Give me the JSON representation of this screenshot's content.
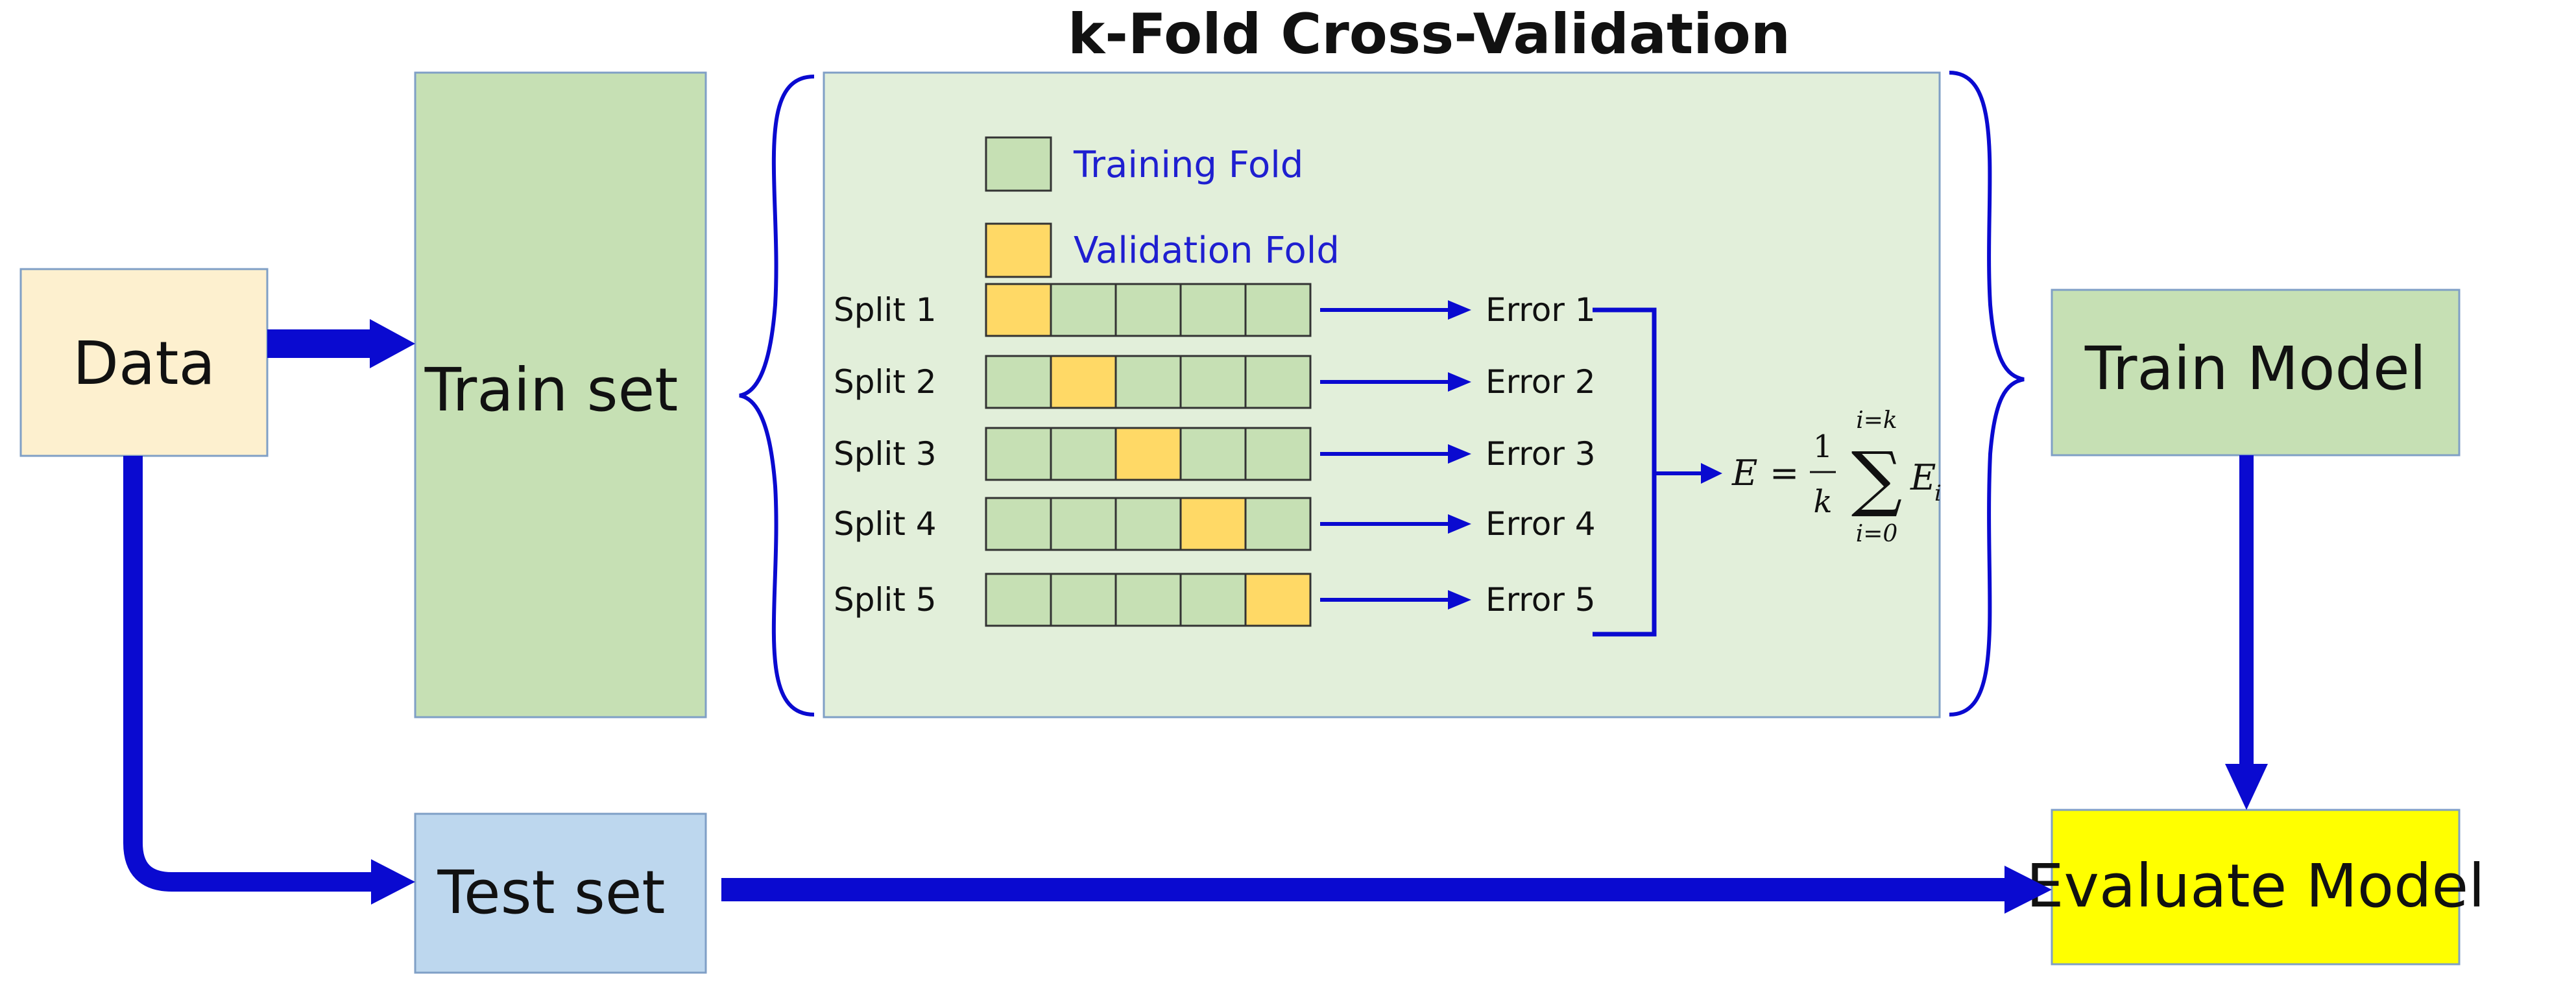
{
  "title": "k-Fold Cross-Validation",
  "boxes": {
    "data": "Data",
    "train_set": "Train set",
    "test_set": "Test set",
    "train_model": "Train Model",
    "evaluate_model": "Evaluate Model"
  },
  "legend": {
    "training_fold": "Training Fold",
    "validation_fold": "Validation Fold"
  },
  "splits": [
    {
      "label": "Split 1",
      "validation_index": 0,
      "error": "Error 1"
    },
    {
      "label": "Split 2",
      "validation_index": 1,
      "error": "Error 2"
    },
    {
      "label": "Split 3",
      "validation_index": 2,
      "error": "Error 3"
    },
    {
      "label": "Split 4",
      "validation_index": 3,
      "error": "Error 4"
    },
    {
      "label": "Split 5",
      "validation_index": 4,
      "error": "Error 5"
    }
  ],
  "folds_per_split": 5,
  "formula": {
    "lhs": "E",
    "equals": "=",
    "numerator": "1",
    "denominator": "k",
    "sum_symbol": "∑",
    "upper": "i=k",
    "lower": "i=0",
    "term": "E",
    "subscript": "i"
  },
  "colors": {
    "arrow": "#0a0ad0",
    "data_fill": "#fdf0cf",
    "train_fill": "#c6e0b4",
    "panel_fill": "#e2efda",
    "test_fill": "#bdd7ee",
    "evaluate_fill": "#ffff00",
    "validation_fold": "#ffd966",
    "training_fold": "#c6e0b4"
  }
}
